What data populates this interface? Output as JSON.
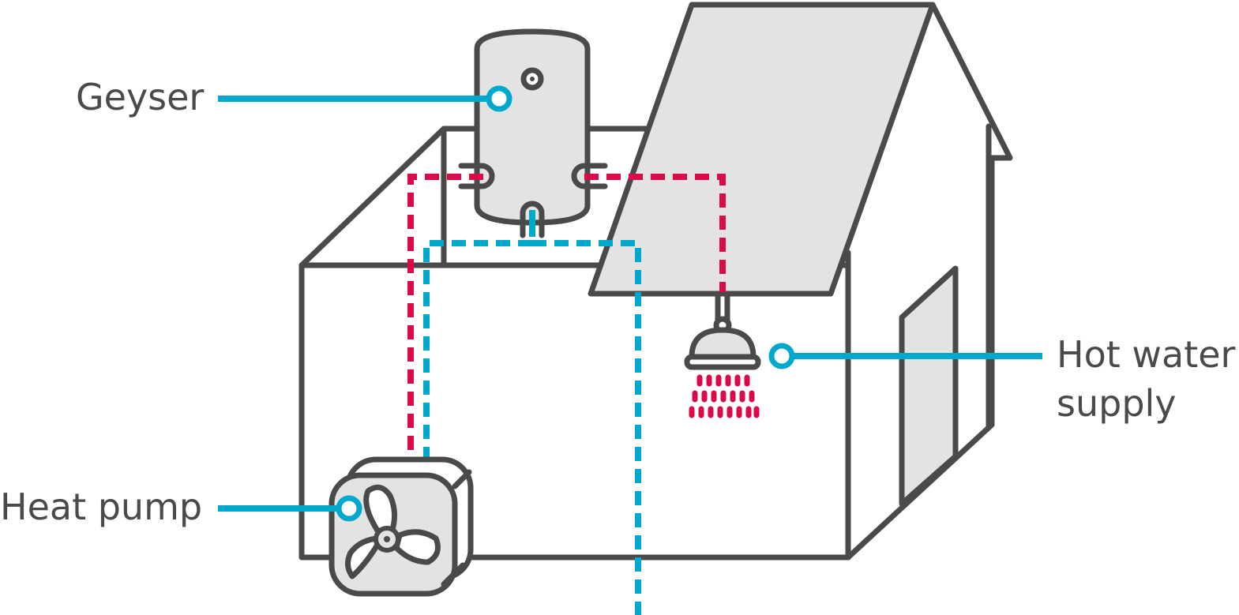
{
  "colors": {
    "outline": "#4a4a4a",
    "fill_light": "#e3e3e3",
    "background": "#ffffff",
    "hot_pipe": "#dc0a48",
    "cold_pipe": "#00a8cc",
    "callout": "#00a8cc",
    "label_text": "#4a4a4a"
  },
  "labels": {
    "geyser": "Geyser",
    "heat_pump": "Heat pump",
    "hot_water_supply_line1": "Hot water",
    "hot_water_supply_line2": "supply"
  },
  "icons": {
    "geyser": "geyser-tank-icon",
    "heat_pump": "fan-unit-icon",
    "shower": "shower-head-icon",
    "house": "house-outline-icon"
  }
}
